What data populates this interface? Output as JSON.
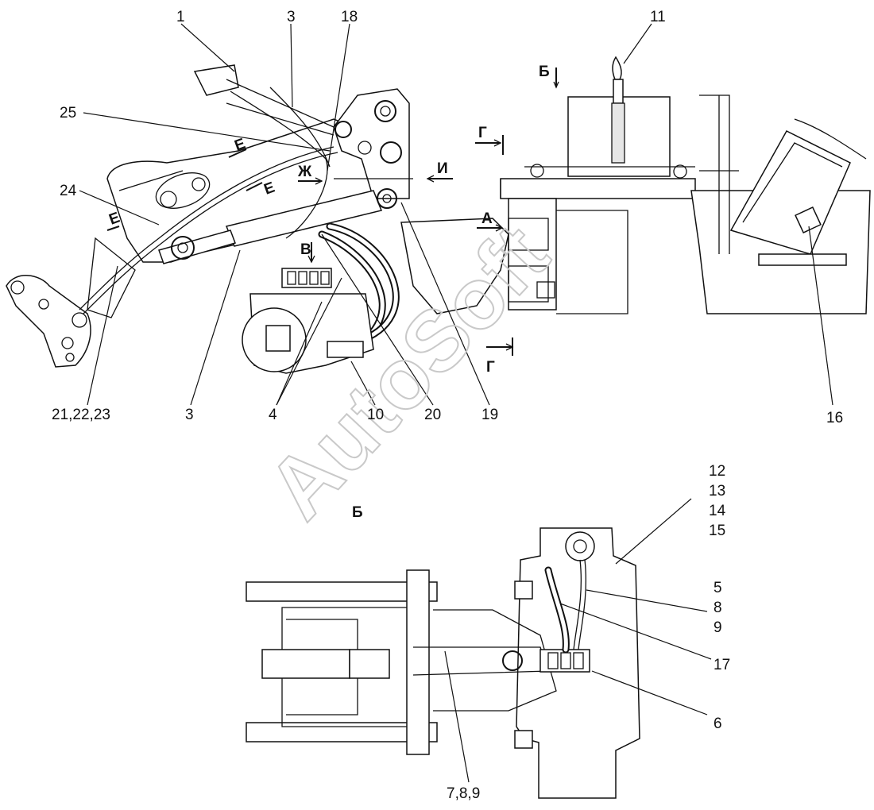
{
  "watermark": "AutoSoft",
  "view_labels": {
    "B": "Б",
    "G_top": "Г",
    "G_bottom": "Г",
    "A": "А",
    "V": "В",
    "Zh": "Ж",
    "I": "И",
    "E1": "Е",
    "E2": "Е",
    "E3": "Е",
    "section_B_title": "Б"
  },
  "callouts": {
    "c1": "1",
    "c3a": "3",
    "c18": "18",
    "c11": "11",
    "c25": "25",
    "c24": "24",
    "c21": "21,22,23",
    "c3b": "3",
    "c4": "4",
    "c10": "10",
    "c20": "20",
    "c19": "19",
    "c16": "16",
    "c12": "12",
    "c13": "13",
    "c14": "14",
    "c15": "15",
    "c5": "5",
    "c8": "8",
    "c9": "9",
    "c17": "17",
    "c6": "6",
    "c789": "7,8,9"
  }
}
